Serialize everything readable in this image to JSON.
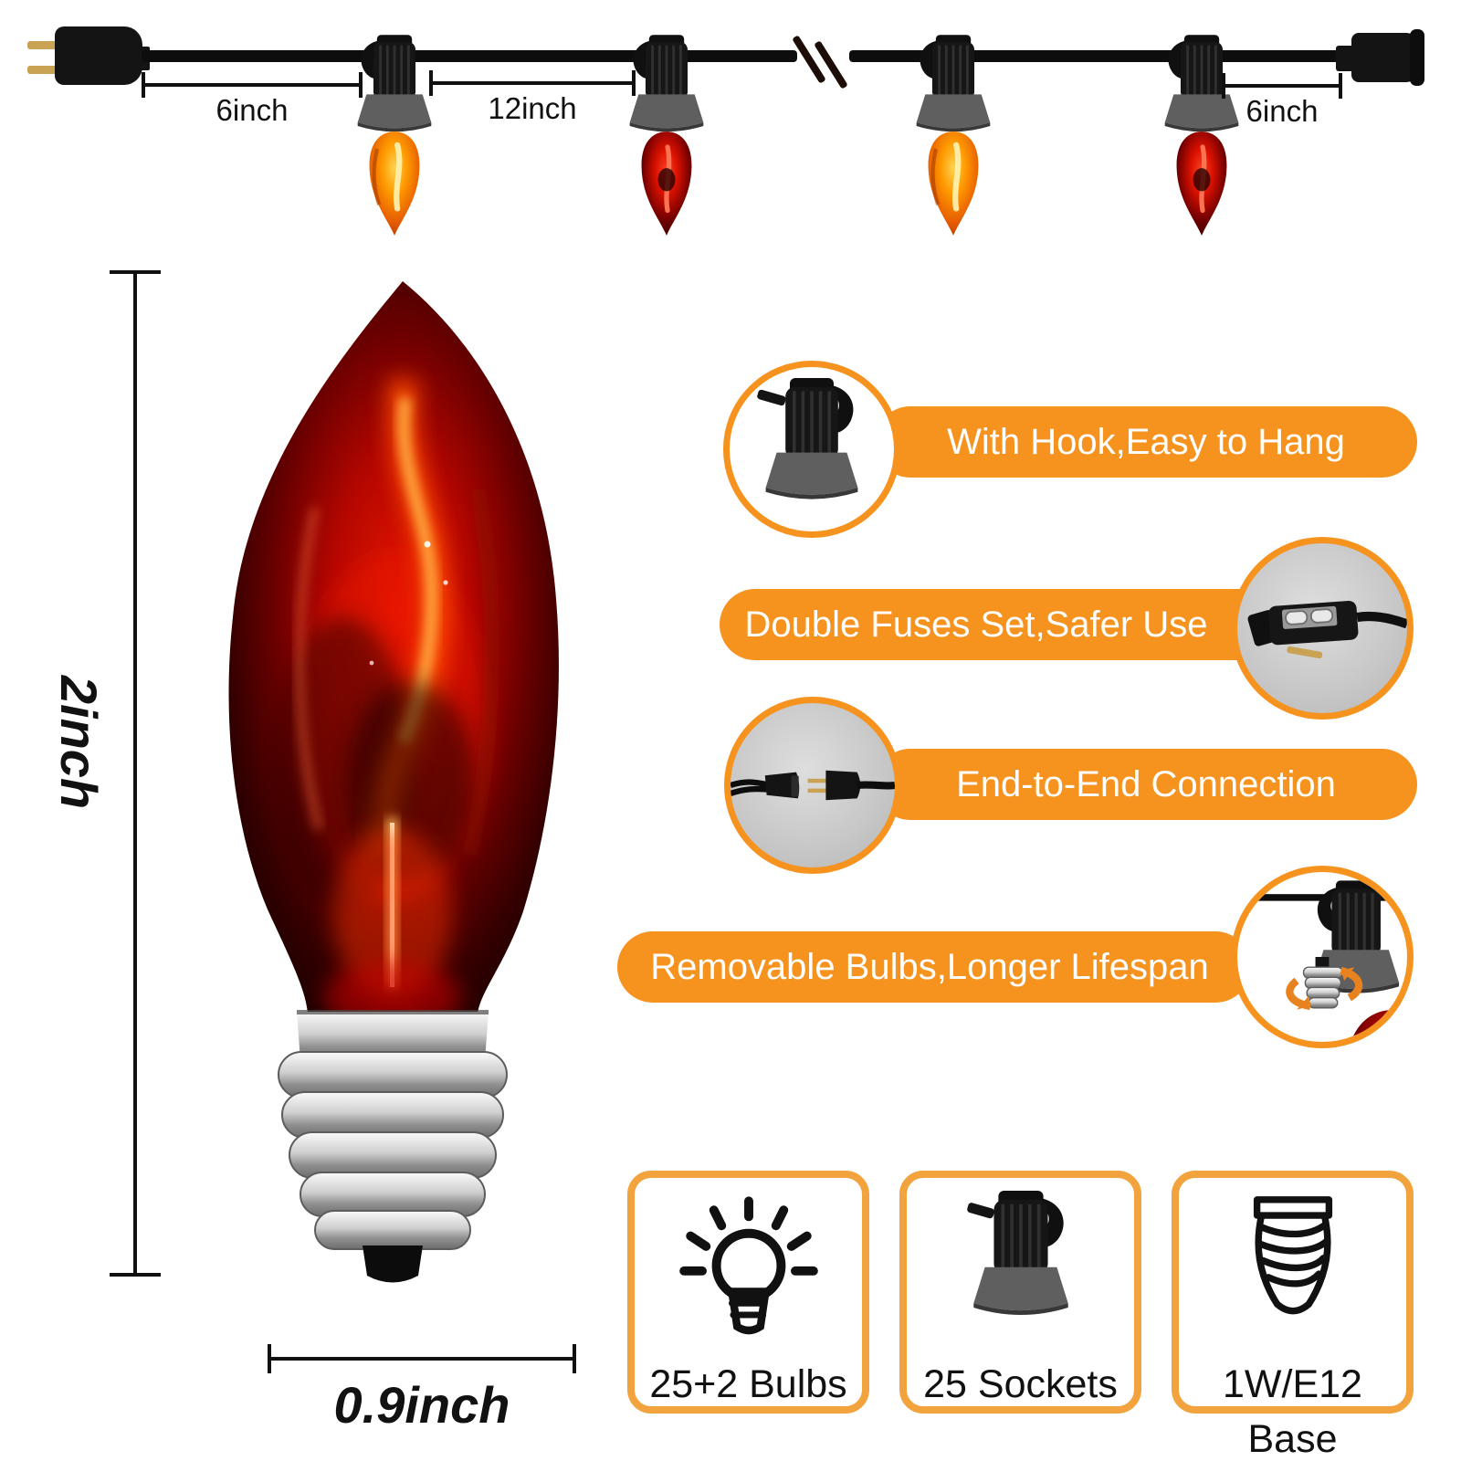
{
  "colors": {
    "accent": "#F6921E",
    "spec_border": "#F3A33E",
    "rotation_arrow": "#E8821E",
    "bulb_orange": "#FF9A00",
    "bulb_red": "#D81000"
  },
  "string_diagram": {
    "left_spacing_label": "6inch",
    "bulb_spacing_label": "12inch",
    "right_spacing_label": "6inch"
  },
  "product_dimensions": {
    "height_label": "2inch",
    "width_label": "0.9inch"
  },
  "features": [
    {
      "label": "With Hook,Easy to Hang",
      "icon": "hook-socket-photo"
    },
    {
      "label": "Double Fuses Set,Safer Use",
      "icon": "fuse-plug-photo"
    },
    {
      "label": "End-to-End Connection",
      "icon": "end-to-end-plugs-photo"
    },
    {
      "label": "Removable Bulbs,Longer Lifespan",
      "icon": "removable-bulb-photo"
    }
  ],
  "specs": [
    {
      "label": "25+2 Bulbs",
      "icon": "bulb-outline-icon"
    },
    {
      "label": "25 Sockets",
      "icon": "socket-icon"
    },
    {
      "label": "1W/E12 Base",
      "icon": "e12-base-icon"
    }
  ]
}
